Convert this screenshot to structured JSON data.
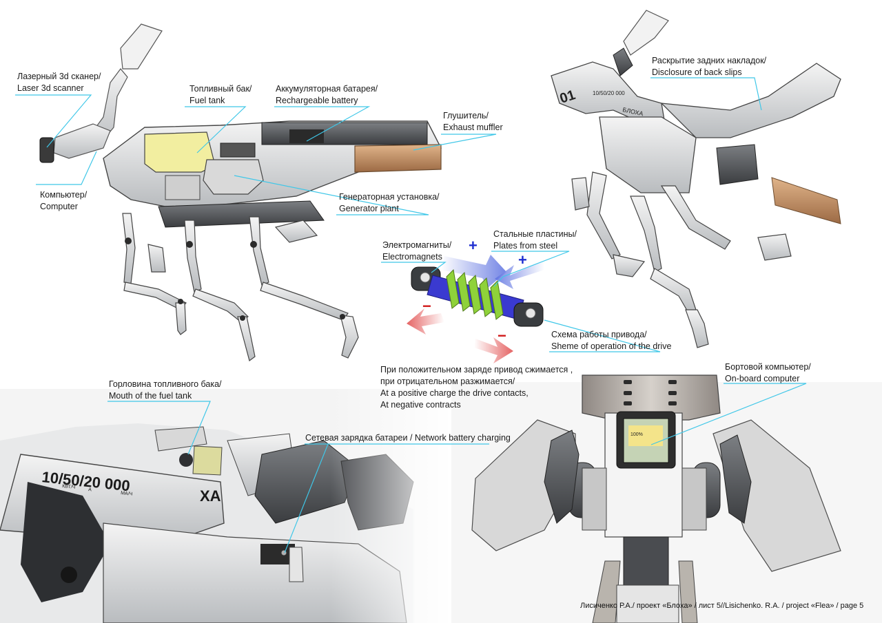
{
  "labels": {
    "laser_scanner": {
      "ru": "Лазерный 3d сканер/",
      "en": "Laser 3d scanner"
    },
    "computer": {
      "ru": "Компьютер/",
      "en": "Computer"
    },
    "fuel_tank": {
      "ru": "Топливный бак/",
      "en": "Fuel tank"
    },
    "battery": {
      "ru": "Аккумуляторная батарея/",
      "en": "Rechargeable battery"
    },
    "muffler": {
      "ru": "Глушитель/",
      "en": "Exhaust muffler"
    },
    "generator": {
      "ru": "Генераторная установка/",
      "en": "Generator plant"
    },
    "back_slips": {
      "ru": "Раскрытие задних накладок/",
      "en": "Disclosure of back slips"
    },
    "electromagnets": {
      "ru": "Электромагниты/",
      "en": "Electromagnets"
    },
    "steel_plates": {
      "ru": "Стальные пластины/",
      "en": "Plates from steel"
    },
    "drive_scheme": {
      "ru": "Схема работы привода/",
      "en": "Sheme of operation of the drive"
    },
    "drive_note": {
      "l1": "При положительном заряде привод сжимается ,",
      "l2": "при отрицательном разжимается/",
      "l3": "At a positive charge the drive contacts,",
      "l4": "At negative contracts"
    },
    "fuel_mouth": {
      "ru": "Горловина топливного бака/",
      "en": "Mouth of the fuel tank"
    },
    "network_charging": "Сетевая зарядка батареи / Network battery charging",
    "onboard_computer": {
      "ru": "Бортовой компьютер/",
      "en": "On-board computer"
    }
  },
  "drive_signs": {
    "plus": "+",
    "minus": "−"
  },
  "body_markings": {
    "speed": "10/50/20 000",
    "unit_kw": "КВТ/Ч",
    "unit_a": "А",
    "unit_ma": "МА/Ч",
    "name_partial": "XA",
    "name_top": "БЛОХА",
    "number_top": "01",
    "speed_top": "10/50/20 000"
  },
  "screen": {
    "value": "100%"
  },
  "footer": "Лисиченко Р.А./ проект «Блоха» / лист 5//Lisichenko. R.A. / project «Flea» / page 5",
  "colors": {
    "leader_line": "#3fc7e8",
    "positive_arrow": "#5a6fe0",
    "negative_arrow": "#e04848",
    "plus_sign": "#1f2fd0",
    "minus_sign": "#d01818",
    "coil_green": "#8fd23a",
    "coil_blue": "#3a3ad0",
    "fuel_tank": "#f2eea0",
    "muffler": "#c8956a"
  }
}
